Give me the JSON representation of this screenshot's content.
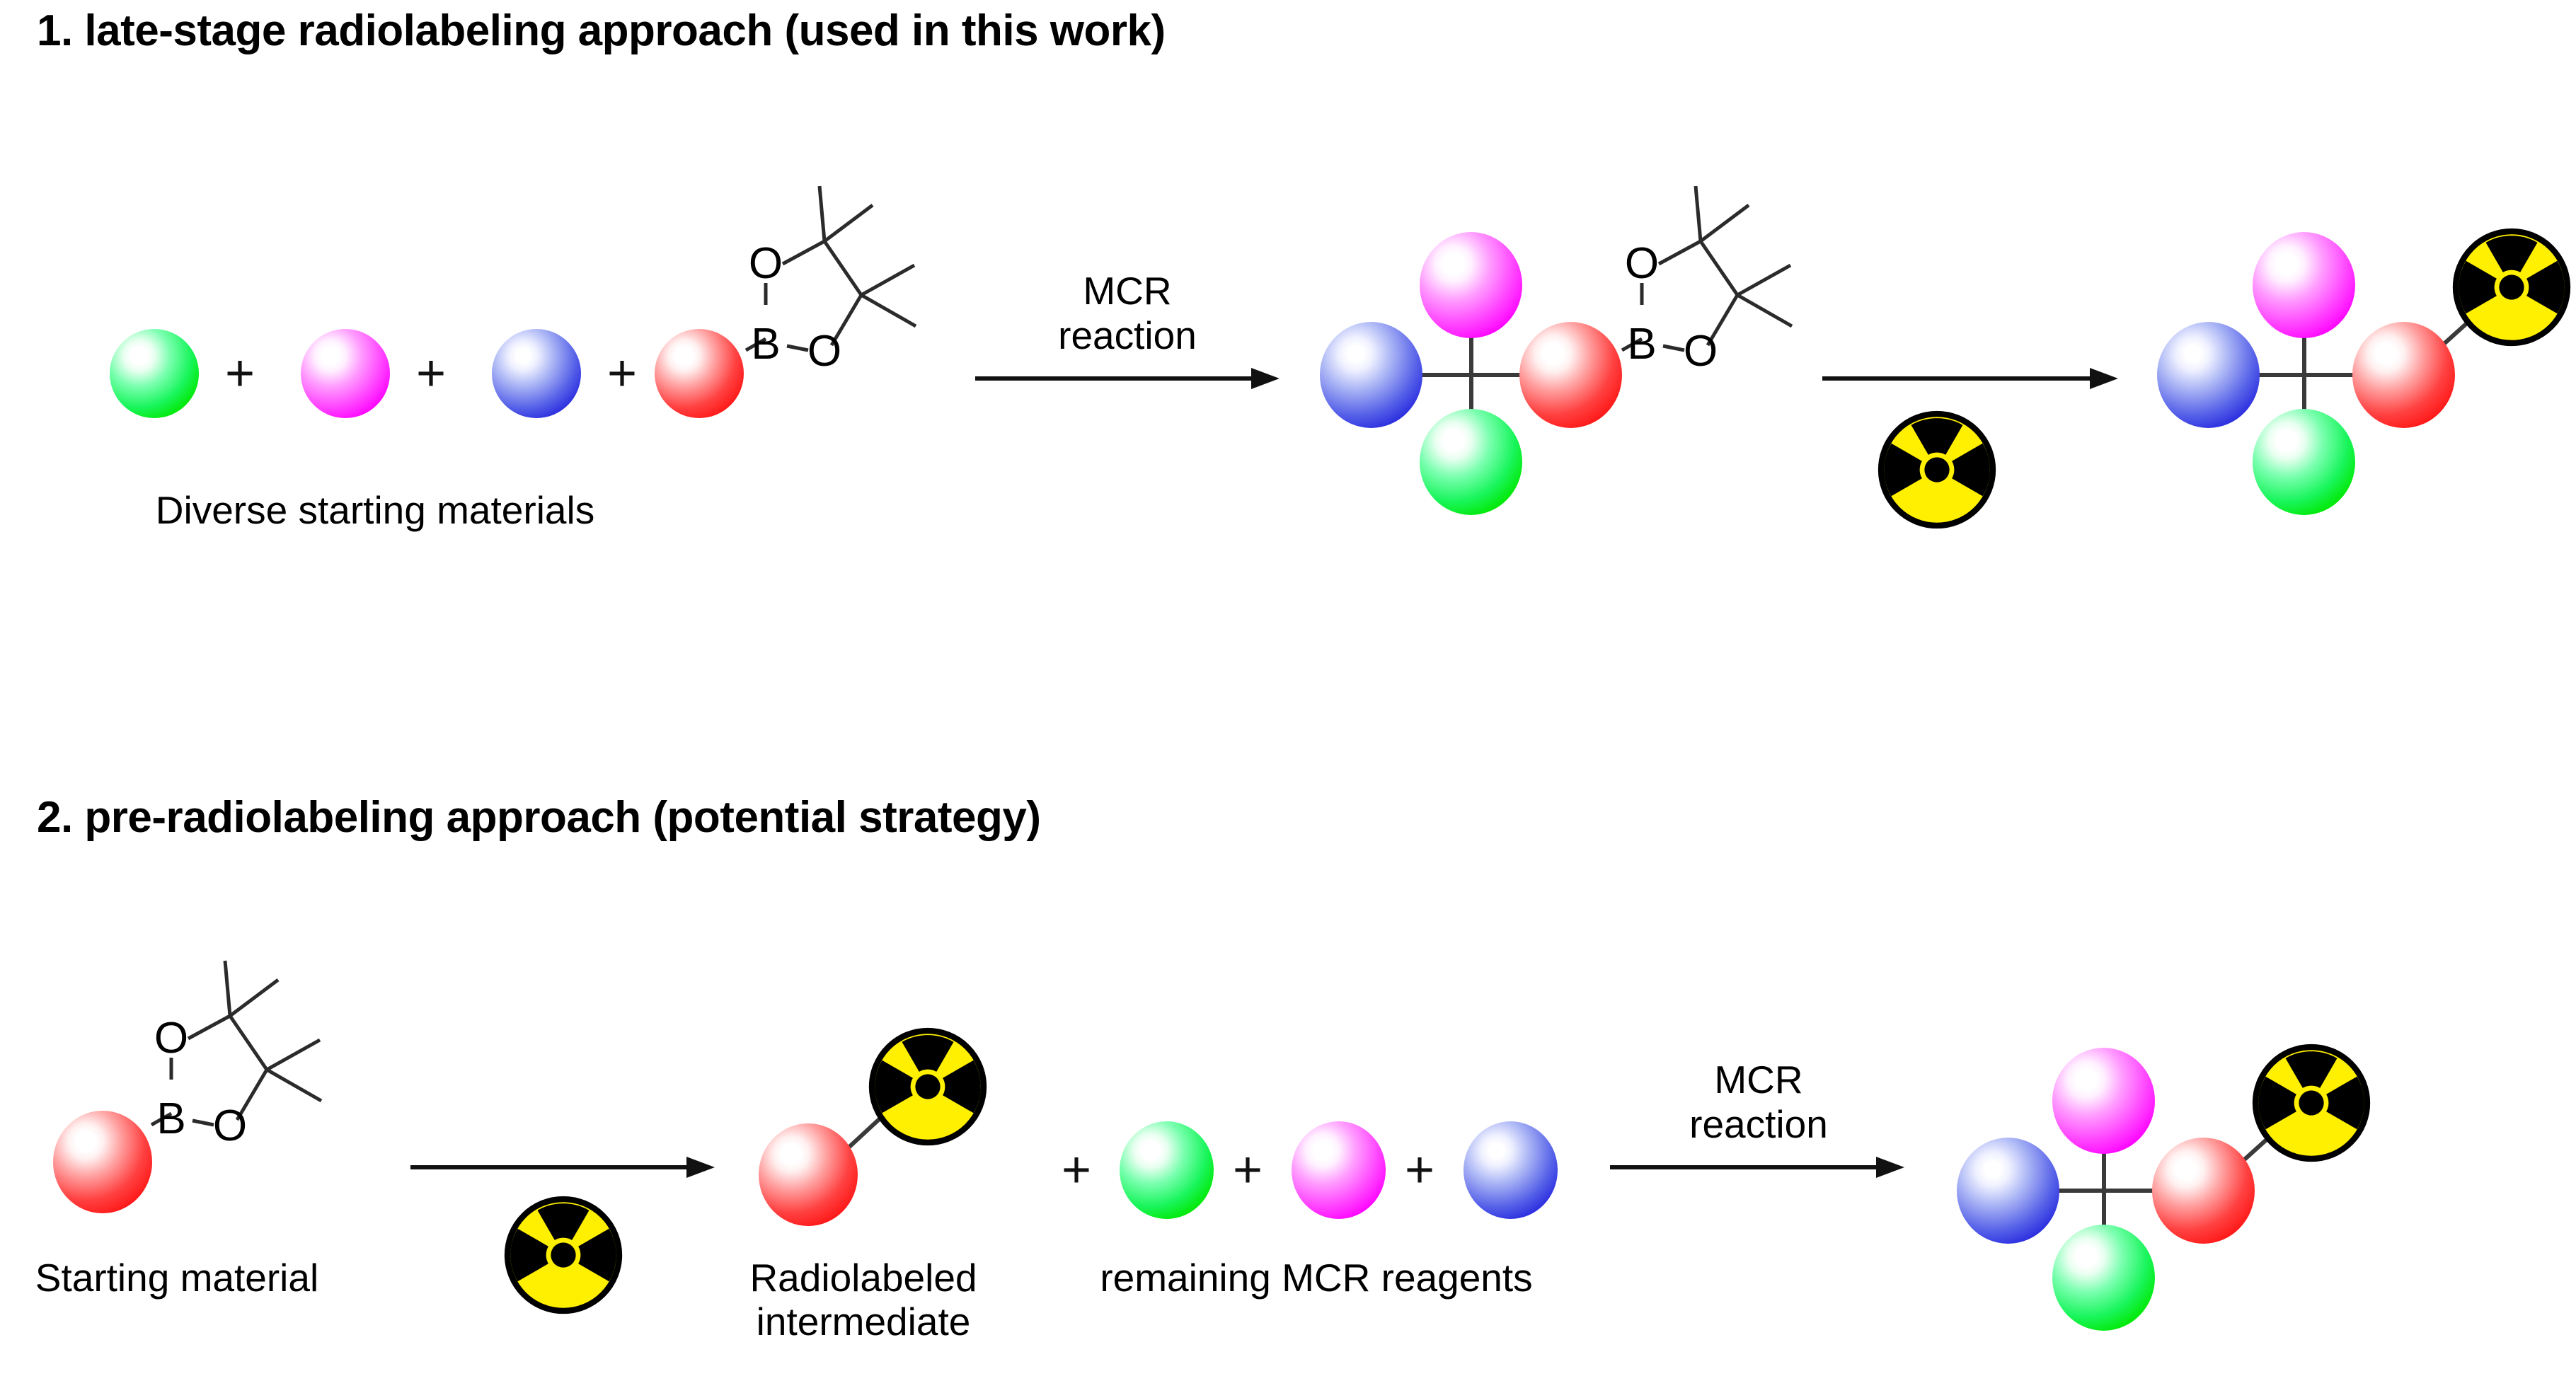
{
  "figure": {
    "title_visible": false,
    "background": "#ffffff"
  },
  "colors": {
    "green": "#00e800",
    "magenta": "#ff00ff",
    "blue": "#1f1fdc",
    "red": "#ff1111",
    "trefoil_yellow": "#ffef00",
    "trefoil_black": "#000000",
    "bond": "#3a3a3a",
    "text": "#000000"
  },
  "sections": [
    {
      "id": "section-1",
      "heading": "1. late-stage radiolabeling approach (used in this work)",
      "caption_reactants": "Diverse starting materials",
      "arrow_1_label_line1": "MCR",
      "arrow_1_label_line2": "reaction",
      "plus_signs": [
        "+",
        "+",
        "+"
      ],
      "reactant_spheres": [
        "green",
        "magenta",
        "blue",
        "red"
      ],
      "boron_labels": {
        "boron": "B",
        "oxygen_top": "O",
        "oxygen_bottom": "O"
      },
      "product_spheres": {
        "left": "blue",
        "top": "magenta",
        "bottom": "green",
        "right": "red"
      },
      "radiolabel_icon": "radioactive-trefoil-icon",
      "final_product_spheres": {
        "left": "blue",
        "top": "magenta",
        "bottom": "green",
        "right": "red"
      }
    },
    {
      "id": "section-2",
      "heading": "2. pre-radiolabeling approach (potential strategy)",
      "caption_starting_material": "Starting material",
      "caption_intermediate_line1": "Radiolabeled",
      "caption_intermediate_line2": "intermediate",
      "caption_reagents": "remaining MCR reagents",
      "arrow_2_label_line1": "MCR",
      "arrow_2_label_line2": "reaction",
      "plus_signs": [
        "+",
        "+",
        "+"
      ],
      "starting_sphere": "red",
      "boron_labels": {
        "boron": "B",
        "oxygen_top": "O",
        "oxygen_bottom": "O"
      },
      "intermediate_sphere": "red",
      "radiolabel_icon": "radioactive-trefoil-icon",
      "reagent_spheres": [
        "green",
        "magenta",
        "blue"
      ],
      "final_product_spheres": {
        "left": "blue",
        "top": "magenta",
        "bottom": "green",
        "right": "red"
      }
    }
  ]
}
